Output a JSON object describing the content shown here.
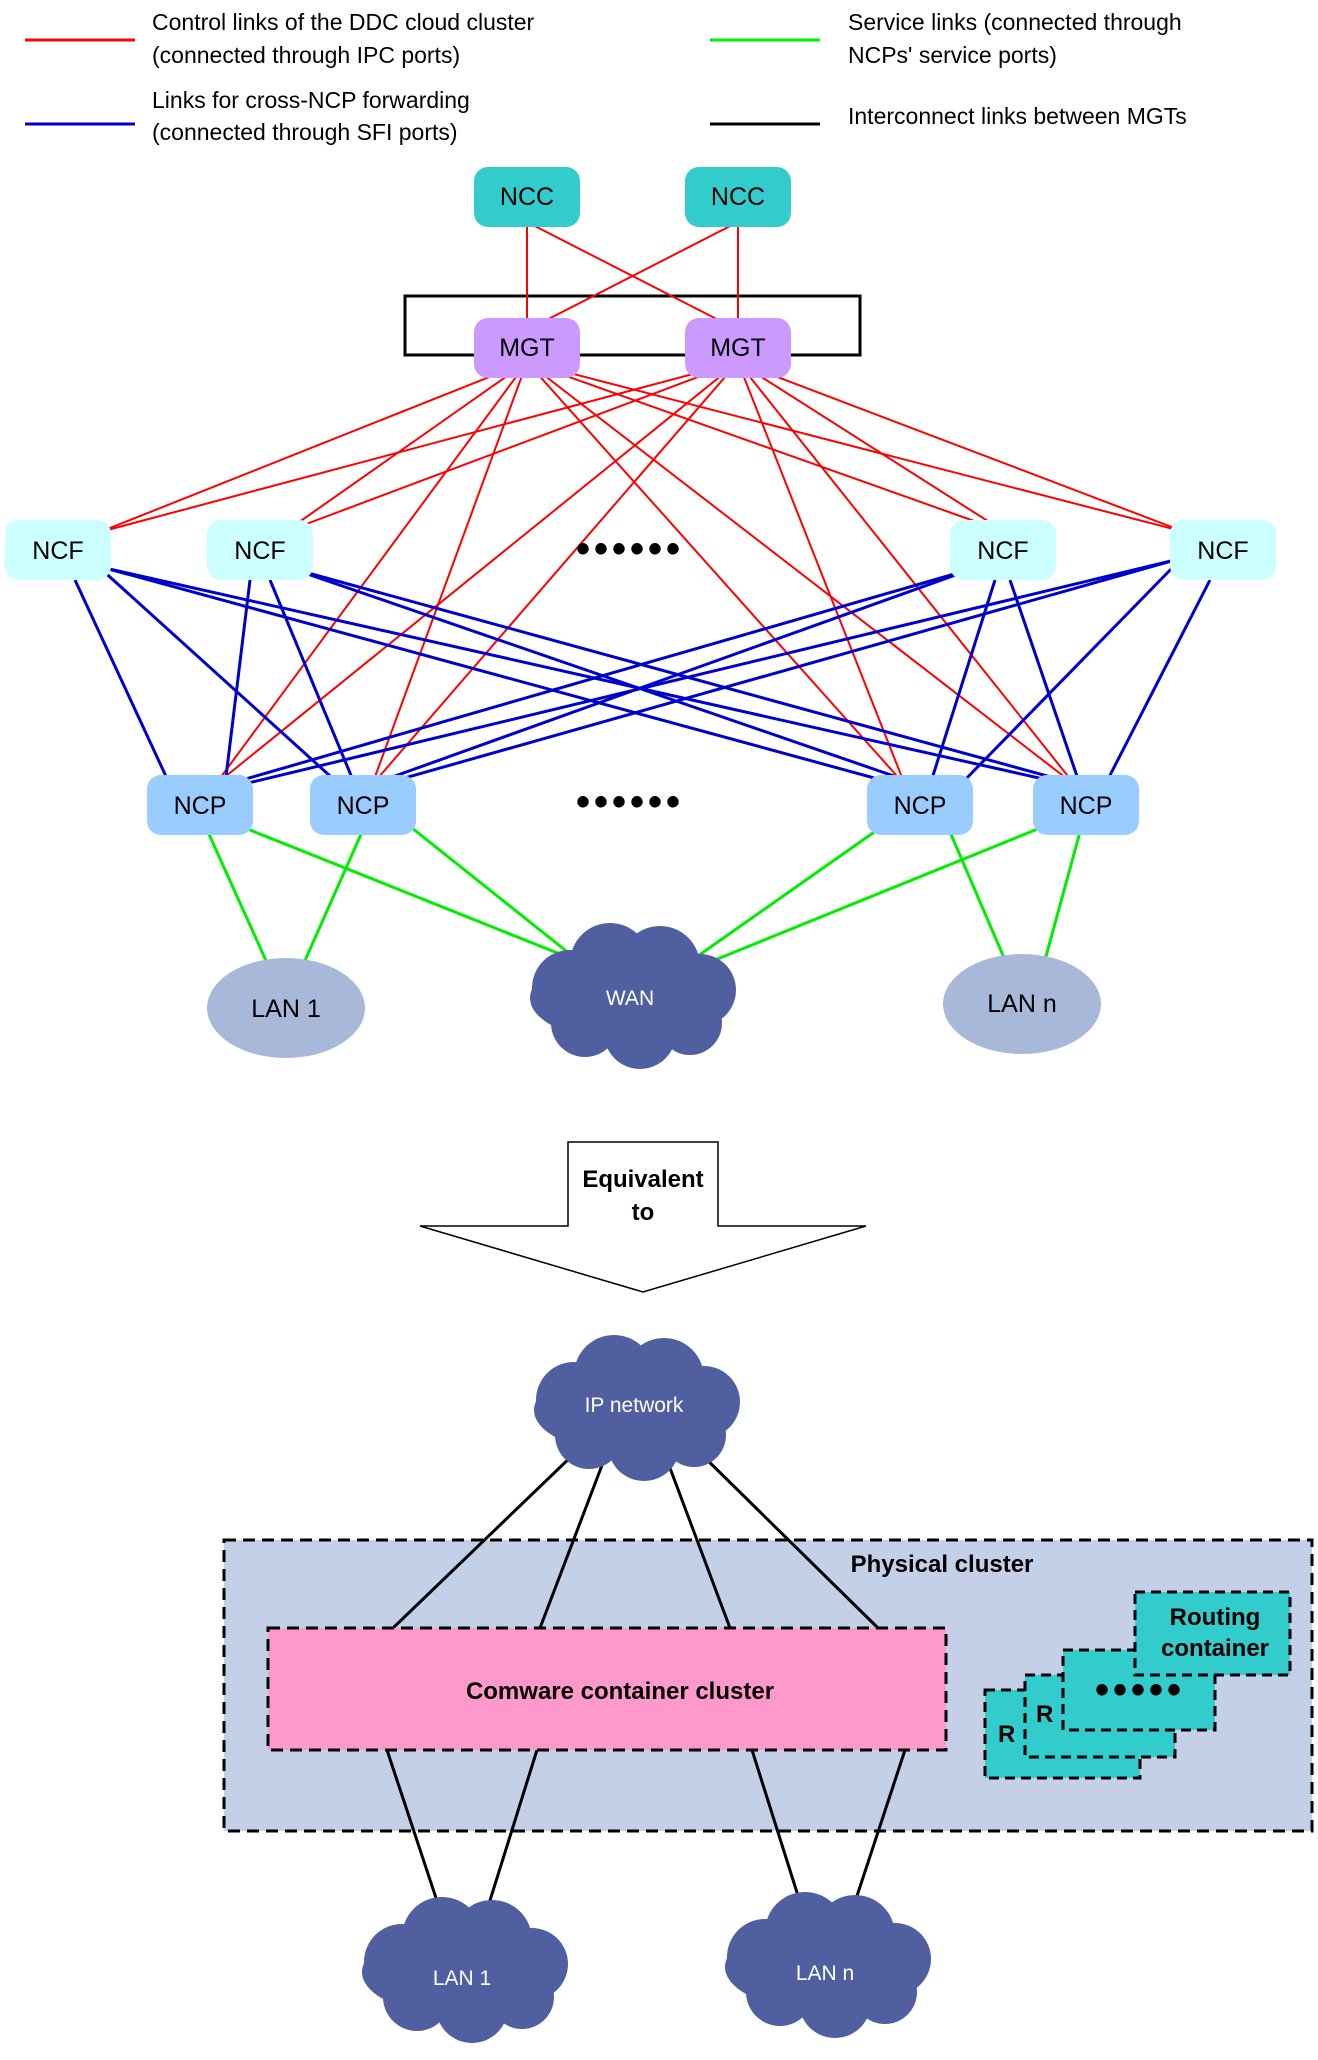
{
  "legend": [
    {
      "line1": "Control links of the DDC cloud cluster",
      "line2": "(connected through IPC ports)",
      "color": "#ff0000"
    },
    {
      "line1": "Links for cross-NCP forwarding",
      "line2": "(connected through SFI ports)",
      "color": "#0000cc"
    },
    {
      "line1": "Service links (connected through",
      "line2": "NCPs' service ports)",
      "color": "#00ee00"
    },
    {
      "line1": "Interconnect links between MGTs",
      "line2": "",
      "color": "#000000"
    }
  ],
  "top": {
    "ncc": [
      "NCC",
      "NCC"
    ],
    "mgt": [
      "MGT",
      "MGT"
    ],
    "ncf": [
      "NCF",
      "NCF",
      "NCF",
      "NCF"
    ],
    "ncp": [
      "NCP",
      "NCP",
      "NCP",
      "NCP"
    ],
    "ellipsis": "••••••",
    "lan1": "LAN 1",
    "wan": "WAN",
    "lann": "LAN n"
  },
  "arrow": {
    "line1": "Equivalent",
    "line2": "to"
  },
  "bottom": {
    "ip_network": "IP network",
    "physical_cluster": "Physical cluster",
    "comware": "Comware container cluster",
    "routing_line1": "Routing",
    "routing_line2": "container",
    "r_partial": "R",
    "r_partial2": "R",
    "ellipsis": "•••••",
    "lan1": "LAN 1",
    "lann": "LAN n"
  },
  "colors": {
    "ncc": "#33cccc",
    "mgt": "#cc99ff",
    "ncf": "#ccffff",
    "ncp": "#99ccff",
    "lan_ellipse": "#a8b8d8",
    "cloud": "#4f5fa0",
    "physical_bg": "#c4d0e8",
    "comware_bg": "#ff99cc",
    "routing_bg": "#33cccc"
  }
}
